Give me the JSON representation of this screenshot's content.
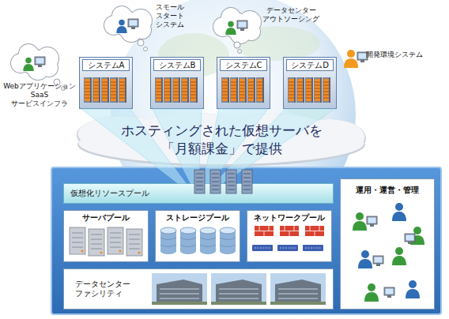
{
  "diagram": {
    "nodes": [
      {
        "text": [
          "システムA"
        ]
      },
      {
        "text": [
          "システムB"
        ]
      },
      {
        "text": [
          "システムC"
        ]
      },
      {
        "text": [
          "システムD"
        ]
      },
      {
        "text": [
          "ホスティングされた仮想サーバを 「月額課金」で提供"
        ]
      },
      {
        "text": [
          "仮想化リソースプール"
        ]
      },
      {
        "text": [
          "サーバプール"
        ]
      },
      {
        "text": [
          "ストレージプール"
        ]
      },
      {
        "text": [
          "ネットワークプール"
        ]
      },
      {
        "text": [
          "データセンター ファシリティ"
        ]
      },
      {
        "text": [
          "運用・運営・管理"
        ]
      }
    ],
    "edges": [
      {
        "from": 5,
        "to": 0,
        "arrow": "none"
      },
      {
        "from": 5,
        "to": 1,
        "arrow": "none"
      },
      {
        "from": 5,
        "to": 2,
        "arrow": "none"
      },
      {
        "from": 5,
        "to": 3,
        "arrow": "none"
      }
    ],
    "labels": [
      "Webアプリケーション SaaS サービスインフラ",
      "スモール スタート システム",
      "データセンター アウトソーシング",
      "開発環境システム"
    ]
  }
}
